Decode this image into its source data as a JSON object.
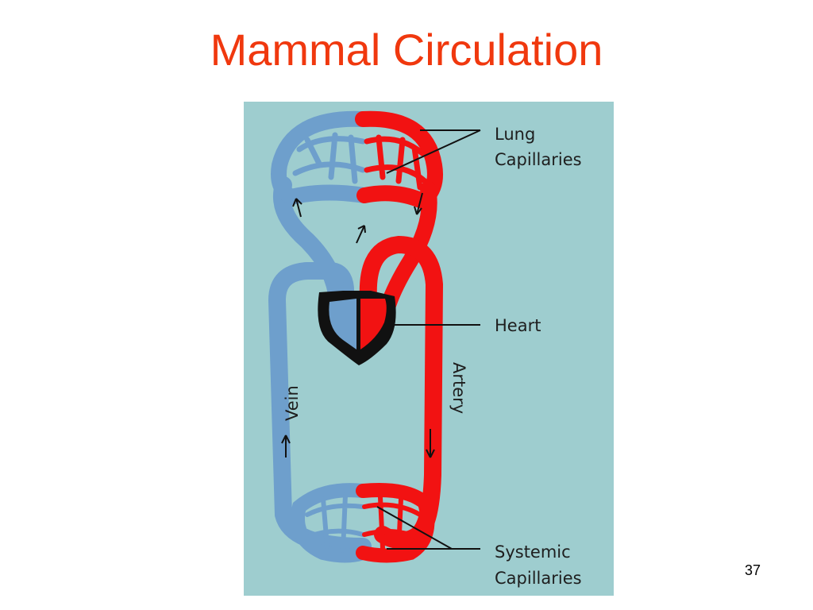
{
  "slide": {
    "title": "Mammal Circulation",
    "page_number": "37"
  },
  "diagram": {
    "labels": {
      "lung_line1": "Lung",
      "lung_line2": "Capillaries",
      "heart": "Heart",
      "vein": "Vein",
      "artery": "Artery",
      "systemic_line1": "Systemic",
      "systemic_line2": "Capillaries"
    },
    "colors": {
      "background": "#9ecdcf",
      "deoxygenated": "#6e9fcc",
      "oxygenated": "#f21212",
      "heart_outline": "#111111",
      "title": "#f0380e"
    }
  }
}
